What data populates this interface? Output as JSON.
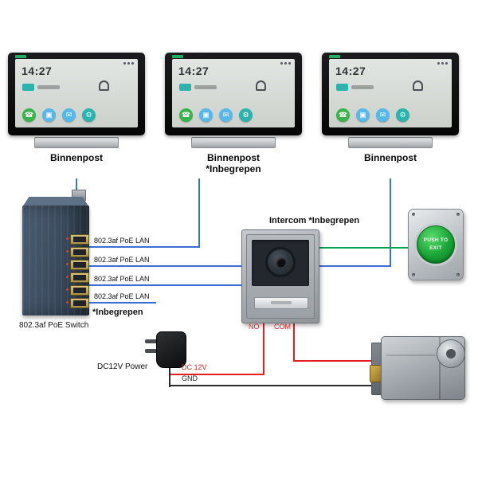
{
  "screen": {
    "time": "14:27",
    "icons": [
      {
        "name": "call-icon",
        "glyph": "☎",
        "color": "#38b54a"
      },
      {
        "name": "monitor-icon",
        "glyph": "▣",
        "color": "#55b8e9"
      },
      {
        "name": "message-icon",
        "glyph": "✉",
        "color": "#55b8e9"
      },
      {
        "name": "settings-icon",
        "glyph": "⚙",
        "color": "#2cb3ae"
      }
    ]
  },
  "monitors": [
    {
      "label1": "Binnenpost",
      "label2": ""
    },
    {
      "label1": "Binnenpost",
      "label2": "*Inbegrepen"
    },
    {
      "label1": "Binnenpost",
      "label2": ""
    }
  ],
  "switch": {
    "name": "802.3af PoE Switch",
    "included": "*Inbegrepen",
    "ports": [
      "802.3af PoE LAN",
      "802.3af PoE LAN",
      "802.3af PoE LAN",
      "802.3af PoE LAN"
    ]
  },
  "intercom": {
    "label": "Intercom *Inbegrepen",
    "no": "NO",
    "com": "COM"
  },
  "exit_button": {
    "line1": "PUSH TO",
    "line2": "EXIT"
  },
  "power": {
    "label": "DC12V Power",
    "dc": "DC 12V",
    "gnd": "GND"
  },
  "colors": {
    "lan_wire": "#3a6fd8",
    "exit_wire": "#00a651",
    "dc_wire": "#e31e1e",
    "gnd_wire": "#2b2b2b",
    "accent_teal": "#2cb3ae"
  }
}
